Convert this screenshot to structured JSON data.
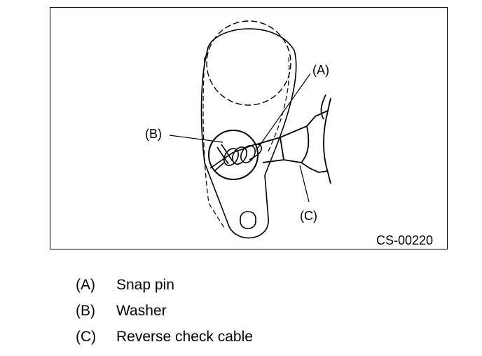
{
  "figure": {
    "code": "CS-00220",
    "callouts": {
      "a": "(A)",
      "b": "(B)",
      "c": "(C)"
    }
  },
  "legend": [
    {
      "key": "(A)",
      "label": "Snap pin"
    },
    {
      "key": "(B)",
      "label": "Washer"
    },
    {
      "key": "(C)",
      "label": "Reverse check cable"
    }
  ]
}
